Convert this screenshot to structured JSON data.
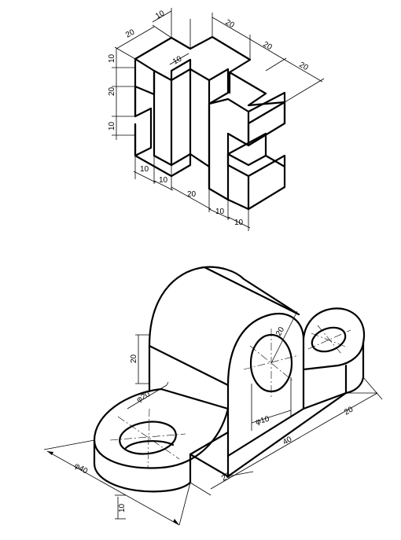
{
  "top_drawing": {
    "dims": {
      "d20_top_left": "20",
      "d10_top": "10",
      "d20_top": "20",
      "d20_right_a": "20",
      "d20_right_b": "20",
      "d10_left_top": "10",
      "d20_left_mid": "20",
      "d10_left_low": "10",
      "d10_inner": "10",
      "d10_bottom_a": "10",
      "d10_bottom_b": "10",
      "d20_bottom": "20",
      "d10_bottom_c": "10",
      "d10_bottom_d": "10"
    }
  },
  "bottom_drawing": {
    "dims": {
      "d20_height": "20",
      "d20_radius": "20",
      "phi20": "φ20",
      "phi10": "φ10",
      "phi40": "φ40",
      "d10_thick": "10",
      "d20_front": "20",
      "d40_length": "40",
      "d20_end": "20"
    }
  }
}
